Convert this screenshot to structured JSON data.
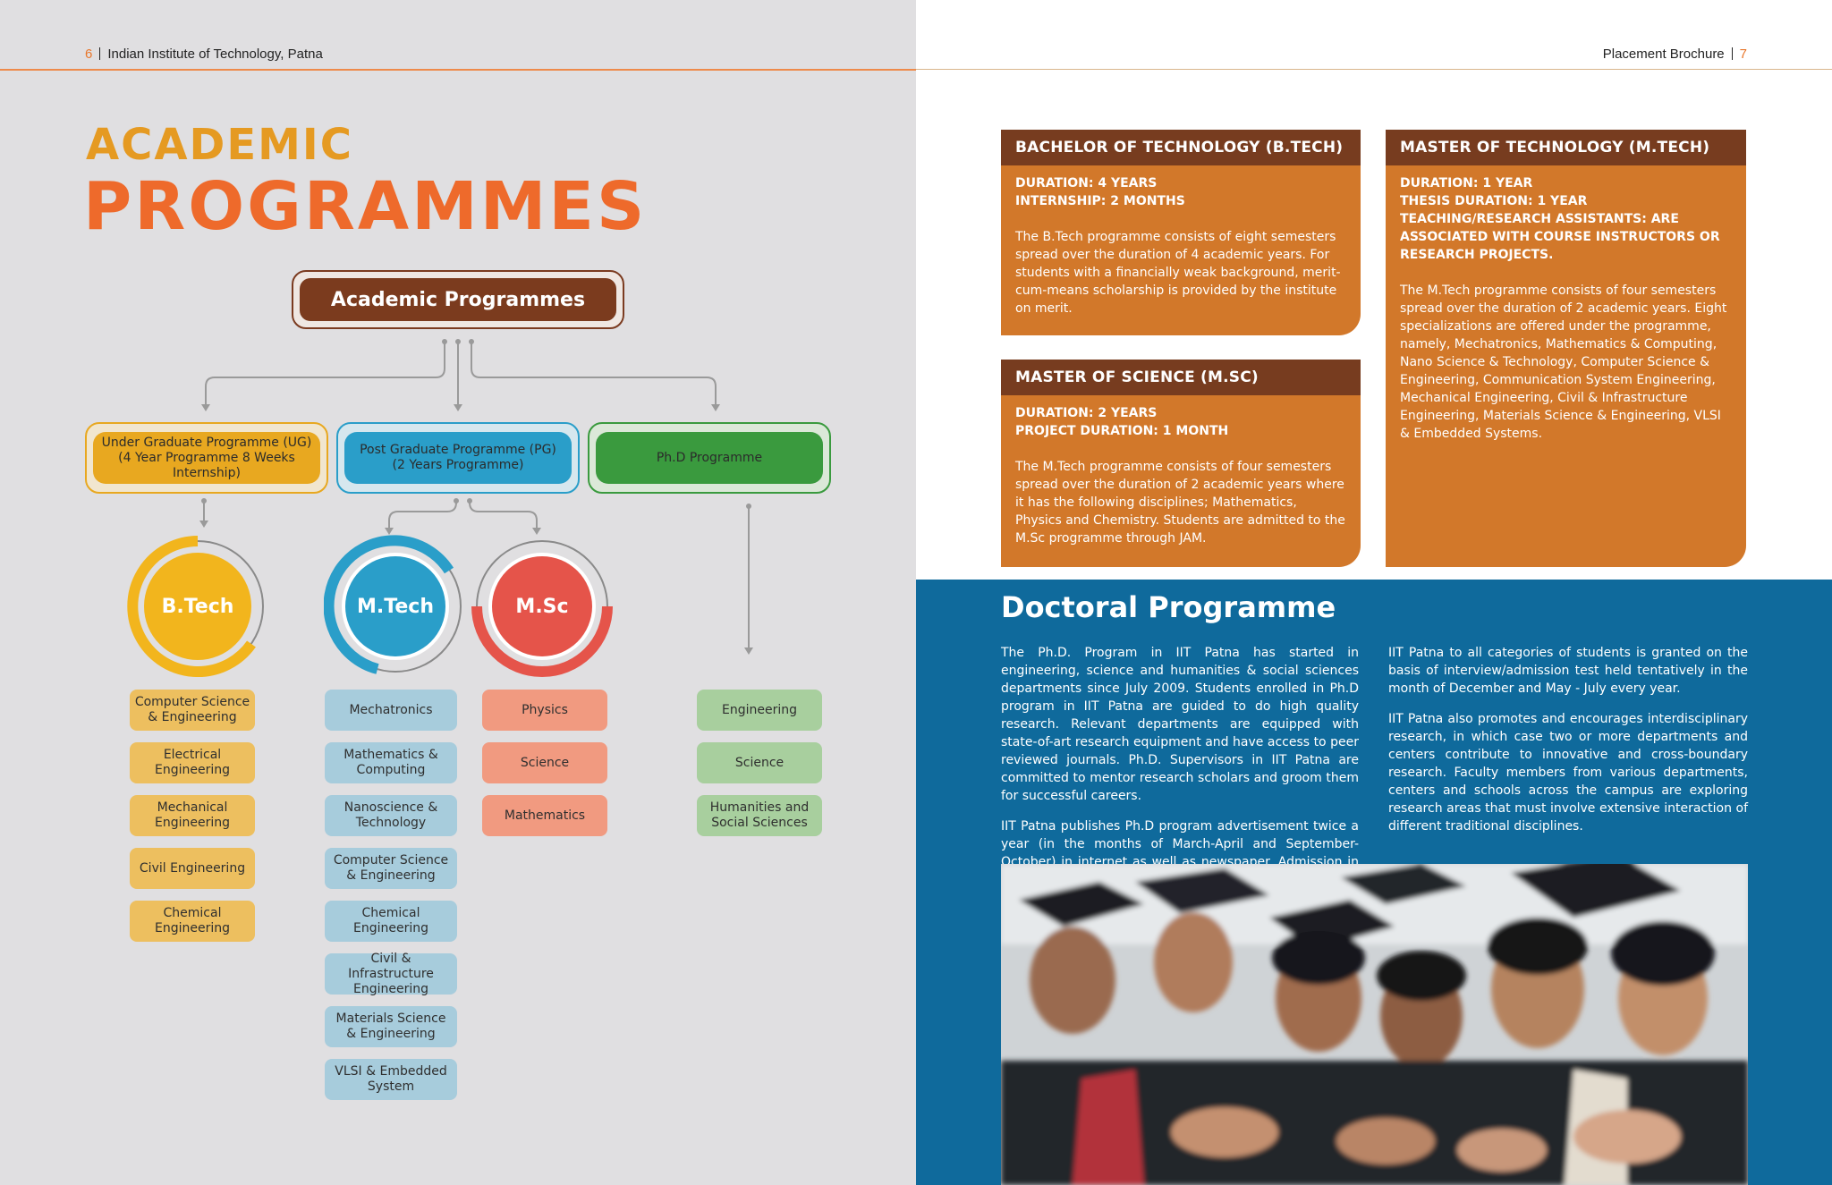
{
  "left_header": {
    "page_number": "6",
    "title": "Indian Institute of Technology, Patna"
  },
  "right_header": {
    "title": "Placement Brochure",
    "page_number": "7"
  },
  "colors": {
    "accent_orange": "#ee6a2b",
    "accent_gold": "#e59a22",
    "brown": "#773c1f",
    "card_orange": "#d2782a",
    "doctoral_blue": "#0f6a9c",
    "ug_yellow": "#e8a820",
    "pg_blue": "#2a9ec9",
    "msc_red": "#e5544a",
    "phd_green": "#3a9a3e"
  },
  "title": {
    "line1": "ACADEMIC",
    "line2": "PROGRAMMES"
  },
  "chart": {
    "root": "Academic Programmes",
    "ug": {
      "line1": "Under Graduate Programme (UG)",
      "line2": "(4 Year Programme 8 Weeks",
      "line3": "Internship)"
    },
    "pg": {
      "line1": "Post Graduate Programme (PG)",
      "line2": "(2 Years Programme)"
    },
    "phd": "Ph.D Programme",
    "circles": {
      "btech": "B.Tech",
      "mtech": "M.Tech",
      "msc": "M.Sc"
    },
    "btech_items": [
      {
        "line1": "Computer Science",
        "line2": "& Engineering"
      },
      {
        "line1": "Electrical",
        "line2": "Engineering"
      },
      {
        "line1": "Mechanical",
        "line2": "Engineering"
      },
      {
        "line1": "Civil Engineering",
        "line2": ""
      },
      {
        "line1": "Chemical",
        "line2": "Engineering"
      }
    ],
    "mtech_items": [
      {
        "line1": "Mechatronics",
        "line2": ""
      },
      {
        "line1": "Mathematics &",
        "line2": "Computing"
      },
      {
        "line1": "Nanoscience &",
        "line2": "Technology"
      },
      {
        "line1": "Computer Science",
        "line2": "& Engineering"
      },
      {
        "line1": "Chemical",
        "line2": "Engineering"
      },
      {
        "line1": "Civil & Infrastructure",
        "line2": "Engineering"
      },
      {
        "line1": "Materials Science",
        "line2": "& Engineering"
      },
      {
        "line1": "VLSI & Embedded",
        "line2": "System"
      }
    ],
    "msc_items": [
      {
        "line1": "Physics",
        "line2": ""
      },
      {
        "line1": "Science",
        "line2": ""
      },
      {
        "line1": "Mathematics",
        "line2": ""
      }
    ],
    "phd_items": [
      {
        "line1": "Engineering",
        "line2": ""
      },
      {
        "line1": "Science",
        "line2": ""
      },
      {
        "line1": "Humanities and",
        "line2": "Social Sciences"
      }
    ]
  },
  "cards": {
    "btech": {
      "heading": "BACHELOR OF TECHNOLOGY (B.TECH)",
      "meta": [
        "DURATION: 4 YEARS",
        "INTERNSHIP: 2 MONTHS"
      ],
      "desc": "The B.Tech programme consists of eight semesters spread over the duration of 4 academic years. For students with a financially weak background, merit-cum-means scholarship is provided by the institute on merit."
    },
    "msc": {
      "heading": "MASTER OF SCIENCE (M.SC)",
      "meta": [
        "DURATION: 2 YEARS",
        "PROJECT DURATION: 1 MONTH"
      ],
      "desc": "The M.Tech programme consists of four semesters spread over the duration of 2 academic years where it has the following disciplines; Mathematics, Physics and Chemistry. Students are admitted to the M.Sc programme through JAM."
    },
    "mtech": {
      "heading": "MASTER OF TECHNOLOGY (M.TECH)",
      "meta": [
        "DURATION: 1 YEAR",
        "THESIS DURATION: 1 YEAR",
        "TEACHING/RESEARCH ASSISTANTS: ARE",
        "ASSOCIATED WITH COURSE INSTRUCTORS OR",
        "RESEARCH PROJECTS."
      ],
      "desc": "The M.Tech programme consists of four semesters spread over the duration of 2 academic years. Eight specializations are offered under the programme, namely, Mechatronics, Mathematics & Computing, Nano Science & Technology, Computer Science & Engineering, Communication System Engineering, Mechanical Engineering, Civil & Infrastructure Engineering, Materials Science & Engineering, VLSI & Embedded Systems."
    }
  },
  "doctoral": {
    "title": "Doctoral Programme",
    "left_col": [
      "The Ph.D. Program in IIT Patna has started in engineering, science and humanities & social sciences departments since July 2009. Students enrolled in Ph.D program in IIT Patna are guided to do high quality research. Relevant departments are equipped with state-of-art research equipment and have access to peer reviewed journals. Ph.D. Supervisors in IIT Patna are committed to mentor research scholars and groom them for successful careers.",
      "IIT Patna publishes Ph.D program advertisement twice a year (in the months of March-April and September-October) in internet as well as newspaper. Admission in Ph.D program of"
    ],
    "right_col": [
      "IIT Patna to all categories of students is granted on the basis of interview/admission test held tentatively in the month of December and May - July every year.",
      "IIT Patna also promotes and encourages interdisciplinary research, in which case two or more departments and centers contribute to innovative and cross-boundary research. Faculty members from various departments, centers and schools across the campus are exploring research areas that must involve extensive interaction of different traditional disciplines."
    ]
  }
}
